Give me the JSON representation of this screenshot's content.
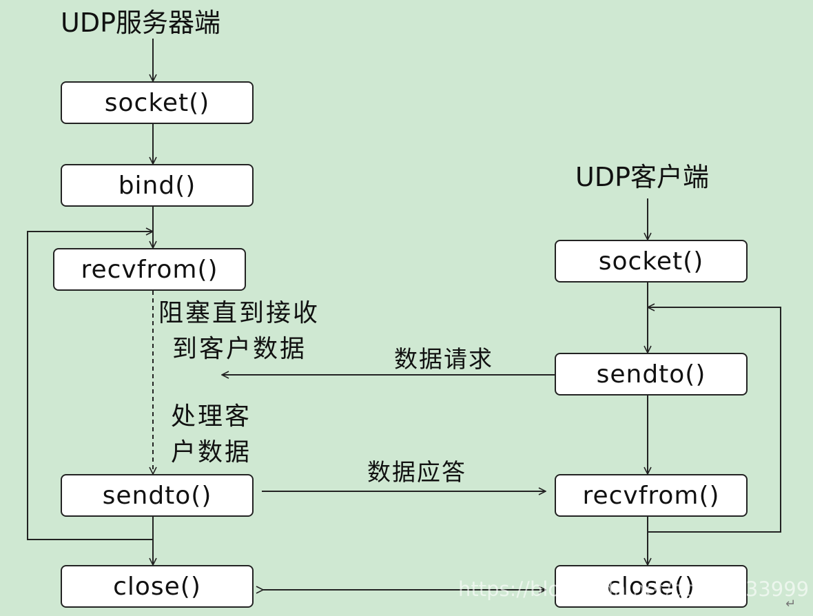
{
  "server": {
    "title": "UDP服务器端",
    "socket": "socket()",
    "bind": "bind()",
    "recvfrom": "recvfrom()",
    "sendto": "sendto()",
    "close": "close()",
    "block_line1": "阻塞直到接收",
    "block_line2": "到客户数据",
    "process_line1": "处理客",
    "process_line2": "户数据"
  },
  "client": {
    "title": "UDP客户端",
    "socket": "socket()",
    "sendto": "sendto()",
    "recvfrom": "recvfrom()",
    "close": "close()"
  },
  "messages": {
    "request": "数据请求",
    "reply": "数据应答"
  },
  "watermark": "https://blog.csdn.net/qq_46233999",
  "paragraph_mark": "↵"
}
